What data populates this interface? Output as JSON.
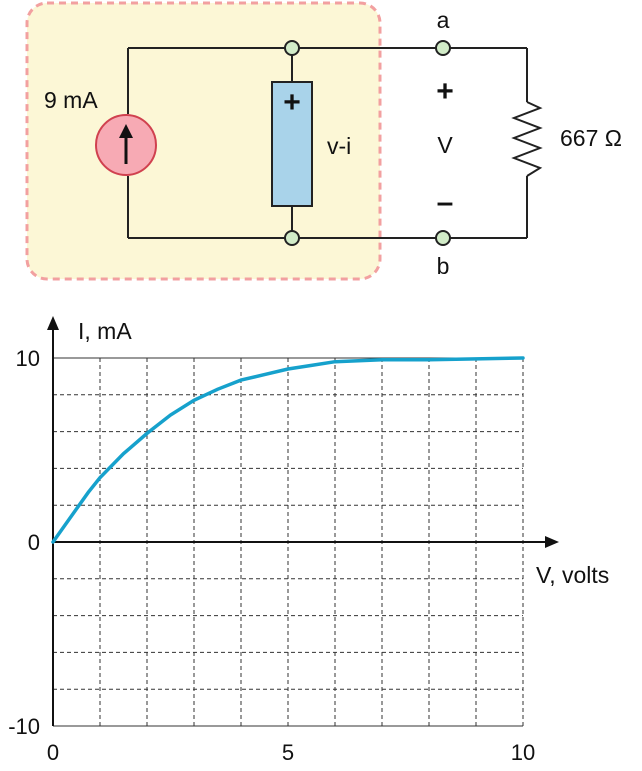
{
  "colors": {
    "box_fill": "#fcf7d6",
    "box_border": "#f2a0a0",
    "source_fill": "#f7aab4",
    "source_stroke": "#d0414f",
    "element_fill": "#a9d3ea",
    "terminal_fill": "#d2ecc8",
    "curve": "#16a1cc",
    "wire": "#222222",
    "grid": "#333333"
  },
  "circuit": {
    "source_label": "9 mA",
    "element_label": "v-i",
    "element_plus": "+",
    "terminal_a": "a",
    "terminal_b": "b",
    "voltage_plus": "+",
    "voltage_label": "V",
    "voltage_minus": "–",
    "resistor_label": "667 Ω",
    "source_icon": "current-source-arrow-up-icon",
    "resistor_icon": "resistor-zigzag-icon"
  },
  "chart_data": {
    "type": "line",
    "xlabel": "V, volts",
    "ylabel": "I, mA",
    "xlim": [
      0,
      10
    ],
    "ylim": [
      -10,
      10
    ],
    "grid": true,
    "x_ticks": [
      0,
      5,
      10
    ],
    "y_ticks": [
      10,
      0,
      -10
    ],
    "y_tick_labels": [
      "10",
      "0",
      "-10"
    ],
    "x_tick_labels": [
      "0",
      "5",
      "10"
    ],
    "series": [
      {
        "x": [
          0,
          0.25,
          0.5,
          0.75,
          1,
          1.5,
          2,
          2.5,
          3,
          3.5,
          4,
          4.5,
          5,
          5.5,
          6,
          7,
          8,
          9,
          10
        ],
        "values": [
          0,
          0.9,
          1.8,
          2.7,
          3.5,
          4.8,
          5.9,
          6.9,
          7.7,
          8.3,
          8.8,
          9.1,
          9.4,
          9.6,
          9.8,
          9.9,
          9.9,
          9.95,
          10
        ]
      }
    ]
  }
}
